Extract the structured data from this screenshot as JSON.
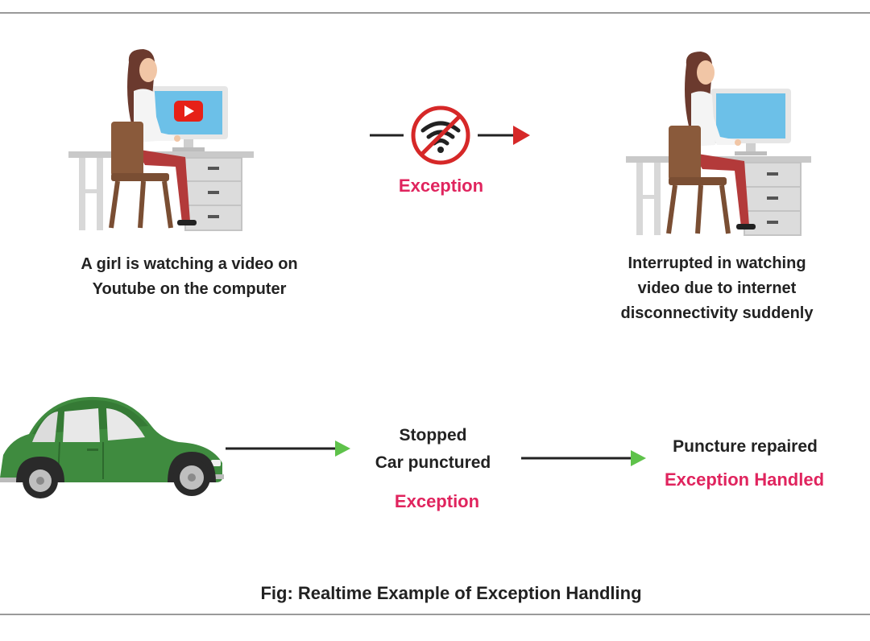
{
  "scene1": {
    "caption": "A girl is watching a video on\nYoutube on the computer",
    "exception_label": "Exception",
    "result_caption": "Interrupted in watching\nvideo due to internet\ndisconnectivity suddenly"
  },
  "scene2": {
    "stop_text": "Stopped\nCar punctured",
    "exception_label": "Exception",
    "repair_text": "Puncture repaired",
    "handled_label": "Exception Handled"
  },
  "figure_caption": "Fig: Realtime Example of Exception Handling",
  "colors": {
    "accent": "#e0245e",
    "no_wifi_red": "#d62828",
    "car_green": "#3f8b3f",
    "arrow_green": "#5ec24a",
    "monitor_blue": "#6cc0e8",
    "youtube_red": "#e62117"
  }
}
